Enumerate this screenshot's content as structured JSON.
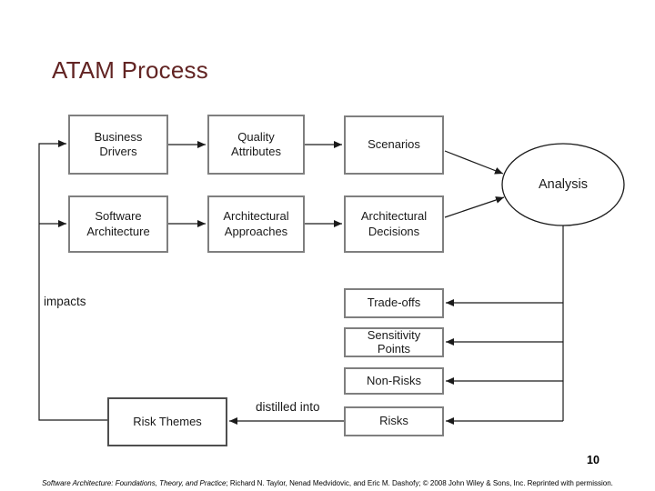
{
  "slide": {
    "title": "ATAM Process",
    "page_number": "10"
  },
  "diagram": {
    "boxes": {
      "business_drivers": "Business\nDrivers",
      "quality_attributes": "Quality\nAttributes",
      "scenarios": "Scenarios",
      "software_architecture": "Software\nArchitecture",
      "architectural_approaches": "Architectural\nApproaches",
      "architectural_decisions": "Architectural\nDecisions",
      "trade_offs": "Trade-offs",
      "sensitivity_points": "Sensitivity\nPoints",
      "non_risks": "Non-Risks",
      "risks": "Risks",
      "risk_themes": "Risk Themes"
    },
    "ellipse": {
      "analysis": "Analysis"
    },
    "edge_labels": {
      "impacts": "impacts",
      "distilled_into": "distilled into"
    },
    "colors": {
      "title": "#622423",
      "box_border": "#7f7f7f",
      "line": "#1a1a1a"
    }
  },
  "footer": {
    "citation_italic": "Software Architecture: Foundations, Theory, and Practice",
    "citation_rest": "; Richard N. Taylor, Nenad Medvidovic, and Eric M. Dashofy; © 2008 John Wiley & Sons, Inc. Reprinted with permission."
  }
}
